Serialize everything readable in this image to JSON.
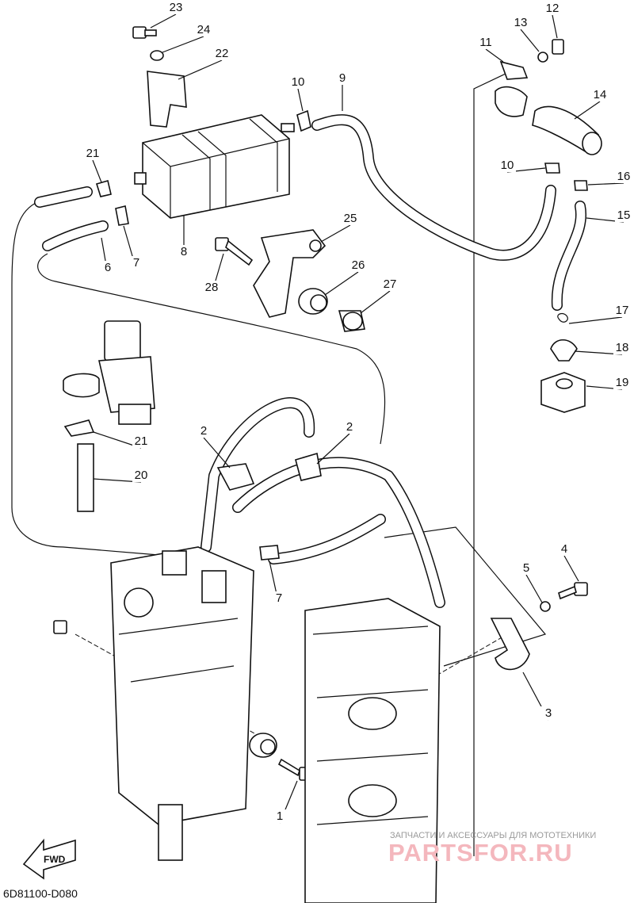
{
  "diagram": {
    "code": "6D81100-D080",
    "fwd_label": "FWD",
    "callouts": [
      {
        "id": "c23",
        "label": "23"
      },
      {
        "id": "c24",
        "label": "24"
      },
      {
        "id": "c22",
        "label": "22"
      },
      {
        "id": "c10a",
        "label": "10"
      },
      {
        "id": "c9",
        "label": "9"
      },
      {
        "id": "c21a",
        "label": "21"
      },
      {
        "id": "c6",
        "label": "6"
      },
      {
        "id": "c7a",
        "label": "7"
      },
      {
        "id": "c8",
        "label": "8"
      },
      {
        "id": "c25",
        "label": "25"
      },
      {
        "id": "c26",
        "label": "26"
      },
      {
        "id": "c27",
        "label": "27"
      },
      {
        "id": "c28",
        "label": "28"
      },
      {
        "id": "c11",
        "label": "11"
      },
      {
        "id": "c13",
        "label": "13"
      },
      {
        "id": "c12",
        "label": "12"
      },
      {
        "id": "c14",
        "label": "14"
      },
      {
        "id": "c10b",
        "label": "10"
      },
      {
        "id": "c16",
        "label": "16"
      },
      {
        "id": "c15",
        "label": "15"
      },
      {
        "id": "c17",
        "label": "17"
      },
      {
        "id": "c18",
        "label": "18"
      },
      {
        "id": "c19",
        "label": "19"
      },
      {
        "id": "c21b",
        "label": "21"
      },
      {
        "id": "c20",
        "label": "20"
      },
      {
        "id": "c2a",
        "label": "2"
      },
      {
        "id": "c2b",
        "label": "2"
      },
      {
        "id": "c7b",
        "label": "7"
      },
      {
        "id": "c4",
        "label": "4"
      },
      {
        "id": "c5",
        "label": "5"
      },
      {
        "id": "c3",
        "label": "3"
      },
      {
        "id": "c1",
        "label": "1"
      }
    ]
  },
  "watermark": {
    "caption": "ЗАПЧАСТИ И АКСЕССУАРЫ ДЛЯ МОТОТЕХНИКИ",
    "brand": "PARTSFOR.RU"
  }
}
